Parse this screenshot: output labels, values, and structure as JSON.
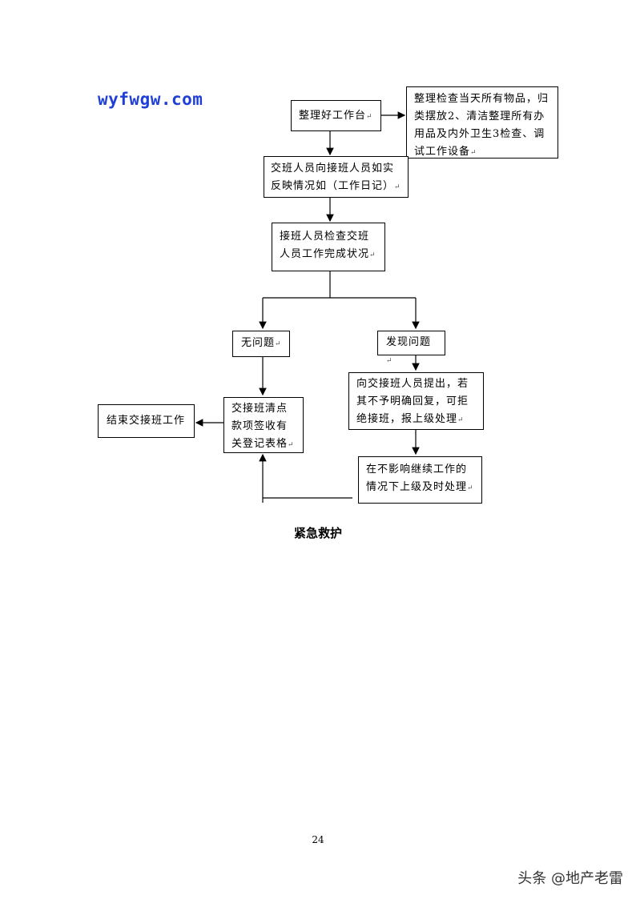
{
  "watermark": "wyfwgw.com",
  "flowchart": {
    "nodes": {
      "n1": "整理好工作台",
      "n2": "整理检查当天所有物品，归类摆放2、清洁整理所有办用品及内外卫生3检查、调试工作设备",
      "n3": "交班人员向接班人员如实反映情况如（工作日记）",
      "n4": "接班人员检查交班人员工作完成状况",
      "n5": "无问题",
      "n6": "发现问题",
      "n7": "向交接班人员提出，若其不予明确回复，可拒绝接班，报上级处理",
      "n8": "交接班清点款项签收有关登记表格",
      "n9": "结束交接班工作",
      "n10": "在不影响继续工作的情况下上级及时处理"
    }
  },
  "section_title": "紧急救护",
  "page_number": "24",
  "credit": "头条 @地产老雷"
}
